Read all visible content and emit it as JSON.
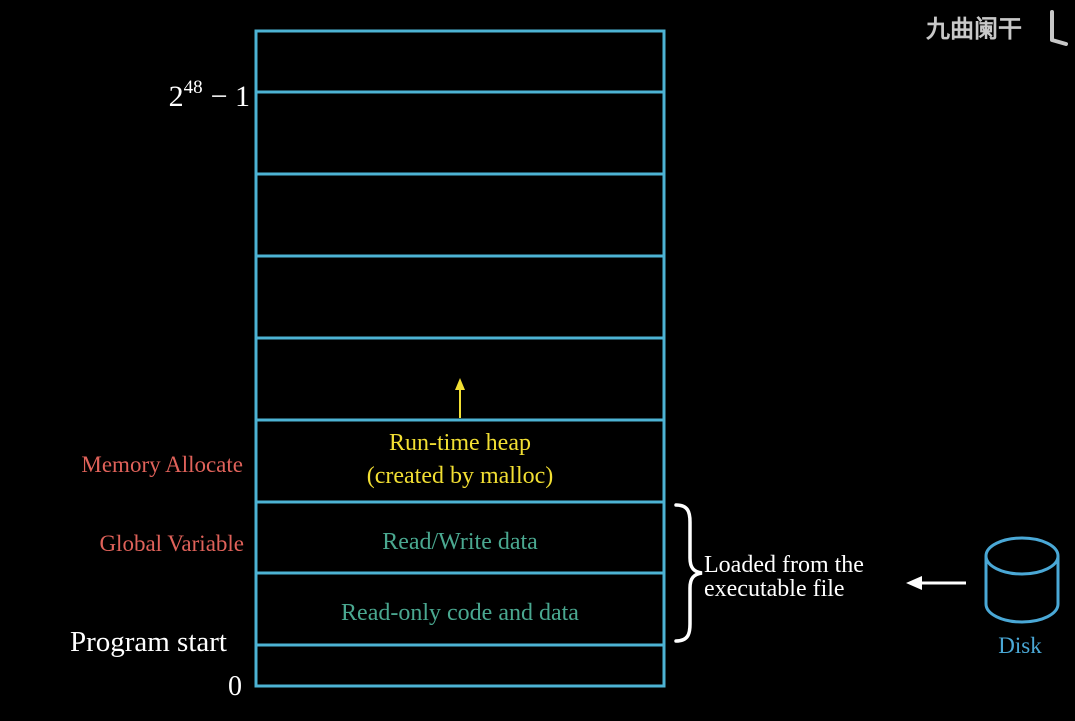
{
  "colors": {
    "background": "#000000",
    "memory_outline": "#4db3d4",
    "heap_text": "#f2df33",
    "heap_arrow": "#f2df33",
    "segment_text": "#4aa890",
    "side_label_red": "#e0625a",
    "white_text": "#ffffff",
    "disk_color": "#4aa8d6",
    "watermark": "#c8c8c8"
  },
  "address_labels": {
    "top_base": "2",
    "top_exponent": "48",
    "top_suffix": "− 1",
    "bottom": "0"
  },
  "segments": {
    "heap_line1": "Run-time heap",
    "heap_line2": "(created by malloc)",
    "read_write": "Read/Write data",
    "read_only": "Read-only code and data"
  },
  "side_labels": {
    "memory_allocate": "Memory Allocate",
    "global_variable": "Global Variable",
    "program_start": "Program start"
  },
  "loaded_text": {
    "line1": "Loaded from the",
    "line2": "executable file"
  },
  "disk": {
    "label": "Disk",
    "icon": "disk-cylinder-icon"
  },
  "watermark": {
    "text": "九曲阑干"
  }
}
